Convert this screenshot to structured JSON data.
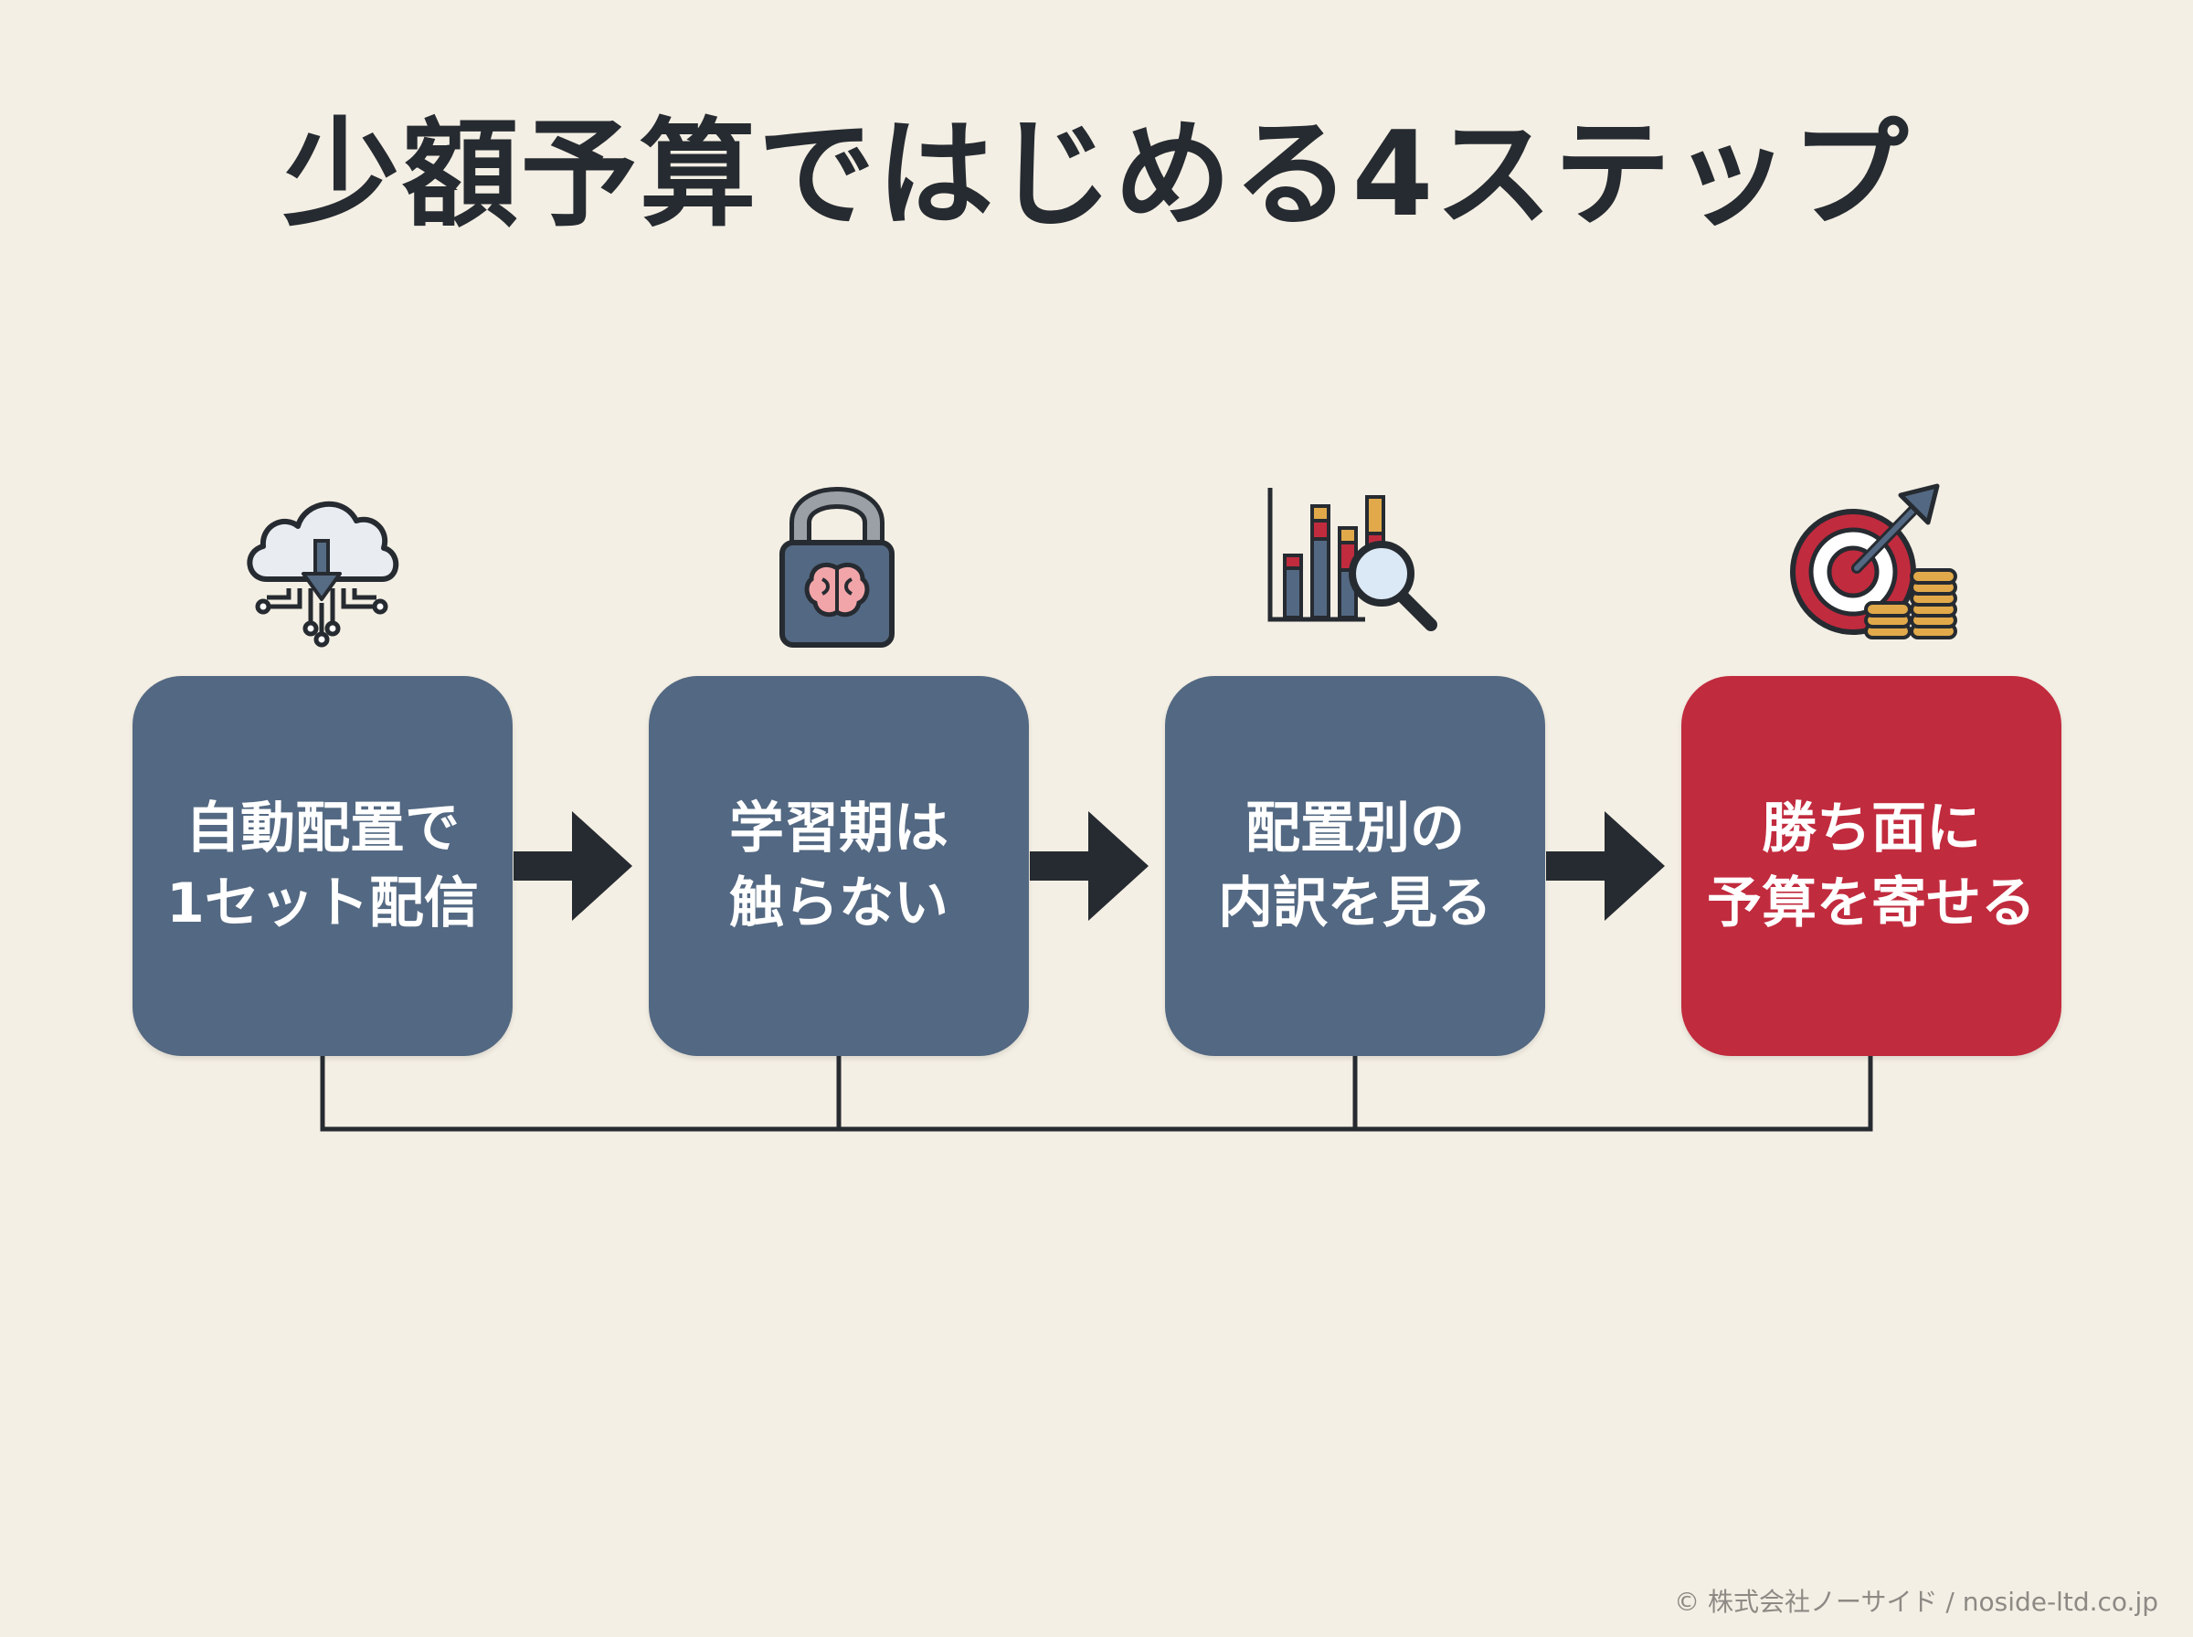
{
  "title": "少額予算ではじめる4ステップ",
  "steps": [
    {
      "line1": "自動配置で",
      "line2": "1セット配信",
      "icon": "cloud-download-icon"
    },
    {
      "line1": "学習期は",
      "line2": "触らない",
      "icon": "brain-lock-icon"
    },
    {
      "line1": "配置別の",
      "line2": "内訳を見る",
      "icon": "bar-chart-magnifier-icon"
    },
    {
      "line1": "勝ち面に",
      "line2": "予算を寄せる",
      "icon": "target-coins-icon"
    }
  ],
  "colors": {
    "background": "#f4efe4",
    "step": "#536882",
    "highlight": "#c12b3e",
    "dark": "#262b31"
  },
  "footer": "© 株式会社ノーサイド / noside-ltd.co.jp"
}
